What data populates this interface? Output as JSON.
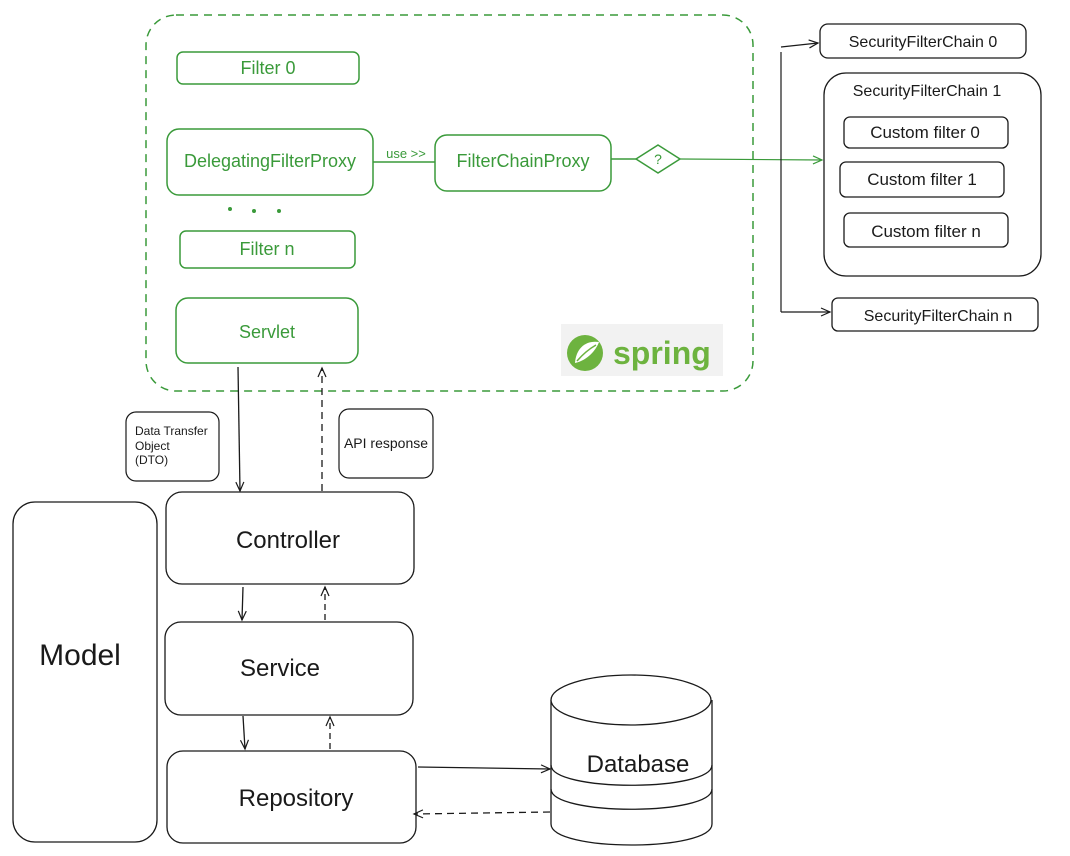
{
  "colors": {
    "spring_green": "#3a9a3a",
    "spring_logo_green": "#6db33f",
    "logo_background": "#f2f2f2",
    "stroke_black": "#1a1a1a"
  },
  "spring_container": {
    "filters": {
      "filter_0": "Filter 0",
      "delegating_proxy": "DelegatingFilterProxy",
      "filter_n": "Filter n",
      "servlet": "Servlet"
    },
    "use_label": "use >>",
    "filter_chain_proxy": "FilterChainProxy",
    "decision_label": "?",
    "logo_text": "spring"
  },
  "security_chains": {
    "chain_0": "SecurityFilterChain 0",
    "chain_1": {
      "title": "SecurityFilterChain 1",
      "custom_filters": [
        "Custom filter 0",
        "Custom filter 1",
        "Custom filter n"
      ]
    },
    "chain_n": "SecurityFilterChain n"
  },
  "notes": {
    "dto": [
      "Data Transfer",
      "Object",
      "(DTO)"
    ],
    "api_response": "API response"
  },
  "layers": {
    "controller": "Controller",
    "service": "Service",
    "repository": "Repository",
    "model": "Model",
    "database": "Database"
  }
}
